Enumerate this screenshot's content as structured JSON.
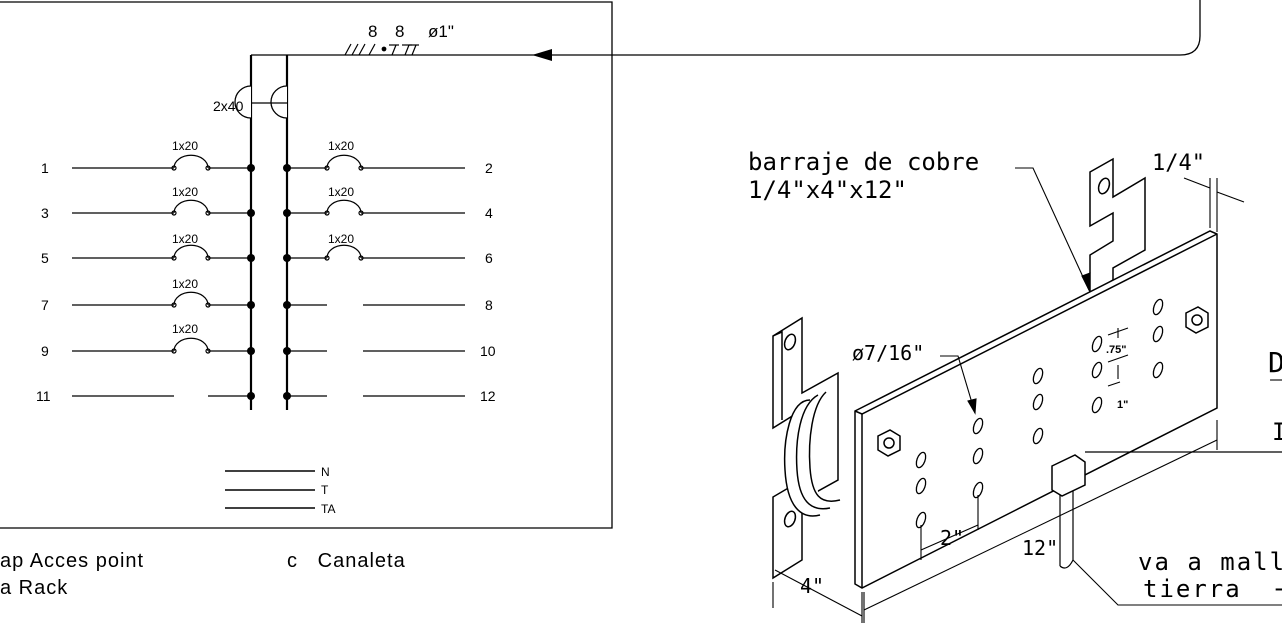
{
  "panel": {
    "conduit": {
      "count_a": "8",
      "count_b": "8",
      "diameter": "ø1\""
    },
    "main_breaker": "2x40",
    "circuits": [
      {
        "left_num": "1",
        "right_num": "2",
        "left_breaker": "1x20",
        "right_breaker": "1x20"
      },
      {
        "left_num": "3",
        "right_num": "4",
        "left_breaker": "1x20",
        "right_breaker": "1x20"
      },
      {
        "left_num": "5",
        "right_num": "6",
        "left_breaker": "1x20",
        "right_breaker": "1x20"
      },
      {
        "left_num": "7",
        "right_num": "8",
        "left_breaker": "1x20",
        "right_breaker": ""
      },
      {
        "left_num": "9",
        "right_num": "10",
        "left_breaker": "1x20",
        "right_breaker": ""
      },
      {
        "left_num": "11",
        "right_num": "12",
        "left_breaker": "",
        "right_breaker": ""
      }
    ],
    "bus_labels": {
      "n": "N",
      "t": "T",
      "ta": "TA"
    }
  },
  "legend": {
    "ap": "ap Acces point",
    "r": "a Rack",
    "c": "c   Canaleta"
  },
  "busbar": {
    "label_line1": "barraje de cobre",
    "label_line2": "1/4\"x4\"x12\"",
    "thickness": "1/4\"",
    "hole_dia": "ø7/16\"",
    "spacing_75": ".75\"",
    "spacing_1": "1\"",
    "dim_2": "2\"",
    "dim_12": "12\"",
    "dim_4": "4\"",
    "ground_line1": "va a malla",
    "ground_line2": "tierra  −  ",
    "cut_letter": "D",
    "cut_letter_2": "I"
  }
}
